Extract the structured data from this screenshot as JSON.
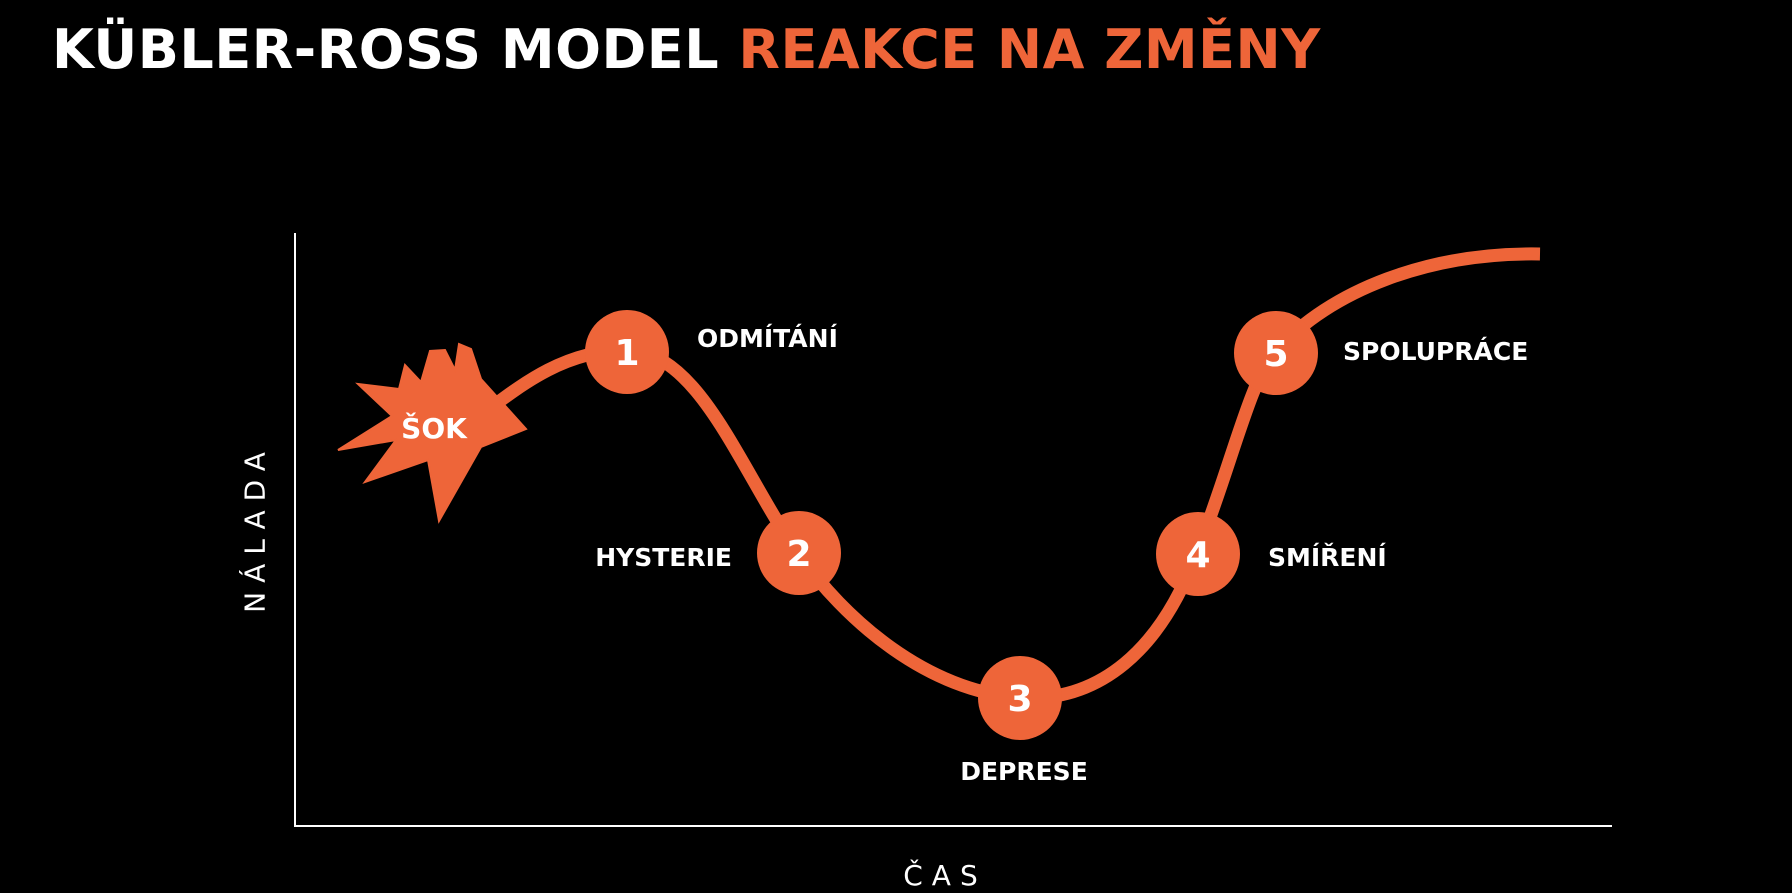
{
  "title": {
    "main": "KÜBLER-ROSS MODEL",
    "accent": "REAKCE NA ZMĚNY"
  },
  "colors": {
    "background": "#000000",
    "accent": "#ee6539",
    "text": "#ffffff",
    "axis": "#ffffff"
  },
  "axes": {
    "y_label": "NÁLADA",
    "x_label": "ČAS"
  },
  "shock": {
    "label": "ŠOK",
    "icon": "starburst-icon"
  },
  "stages": [
    {
      "number": "1",
      "label": "ODMÍTÁNÍ"
    },
    {
      "number": "2",
      "label": "HYSTERIE"
    },
    {
      "number": "3",
      "label": "DEPRESE"
    },
    {
      "number": "4",
      "label": "SMÍŘENÍ"
    },
    {
      "number": "5",
      "label": "SPOLUPRÁCE"
    }
  ]
}
